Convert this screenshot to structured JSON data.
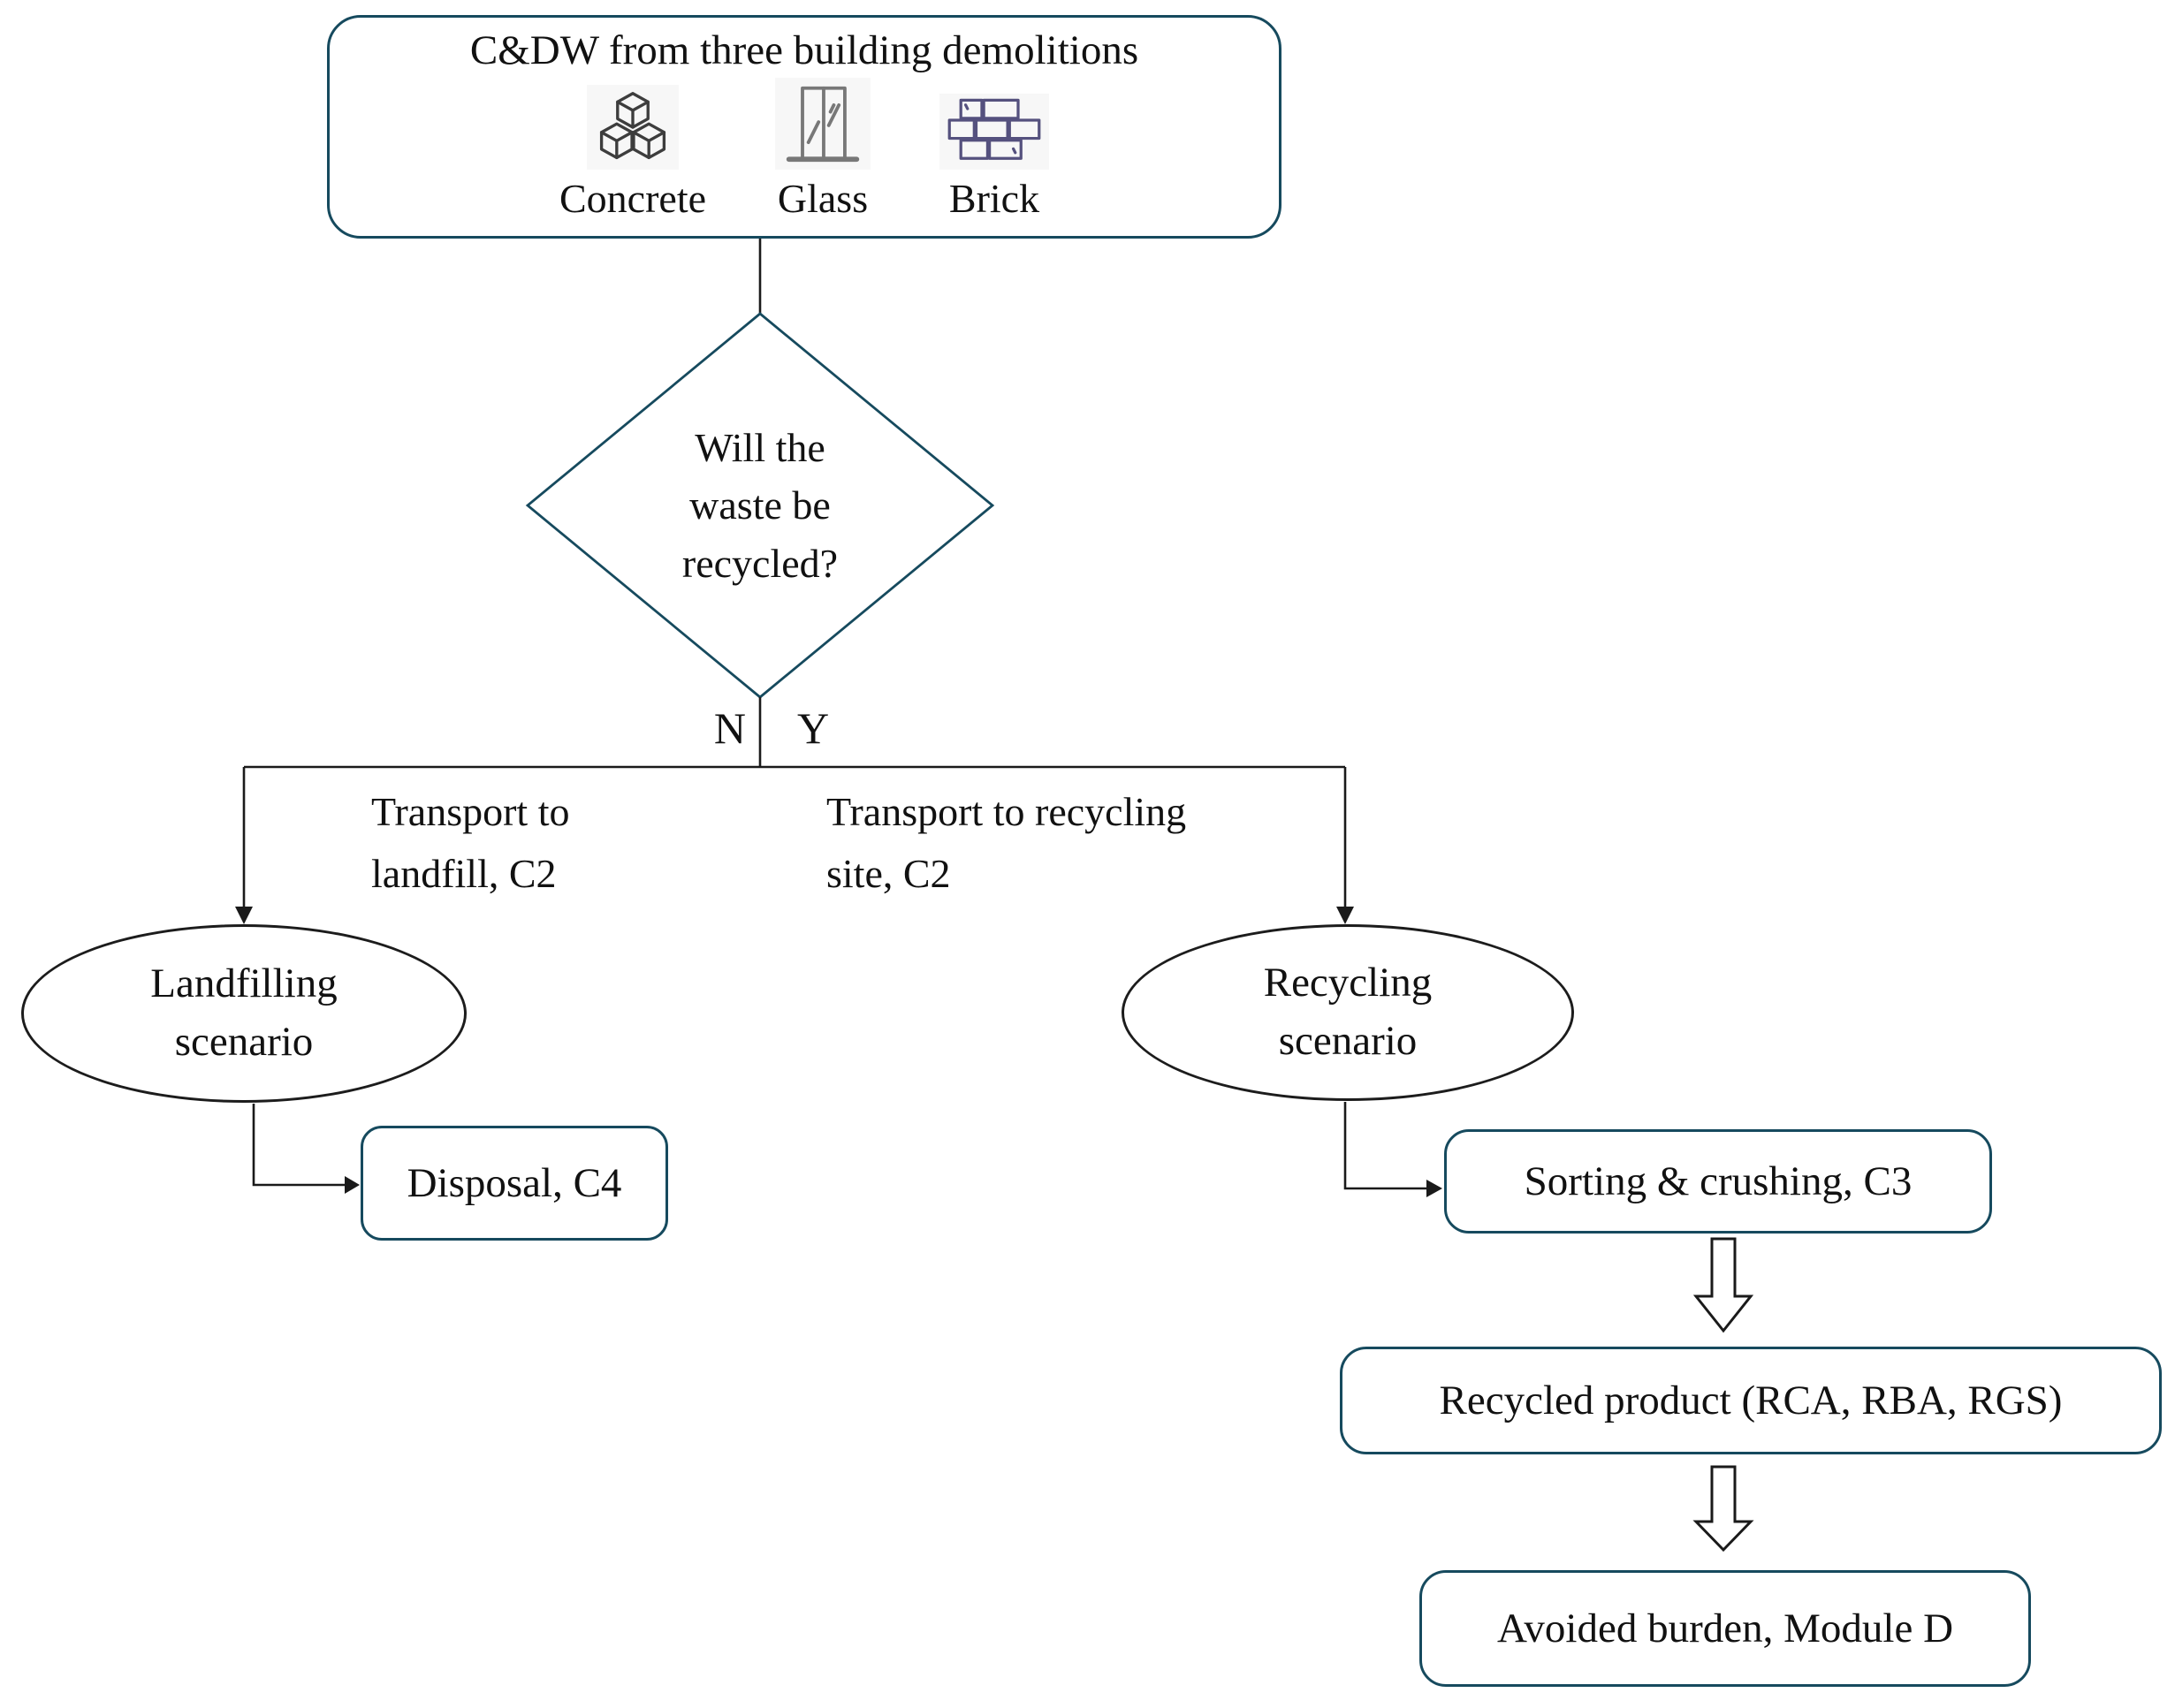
{
  "colors": {
    "accent": "#164a5e",
    "line": "#1a1a1a",
    "concrete_icon": "#3d3d3d",
    "glass_icon": "#787878",
    "brick_icon": "#55517e",
    "background": "#ffffff"
  },
  "flowchart": {
    "source": {
      "title": "C&DW from three building demolitions",
      "materials": [
        {
          "label": "Concrete",
          "icon": "concrete-cubes-icon"
        },
        {
          "label": "Glass",
          "icon": "glass-window-icon"
        },
        {
          "label": "Brick",
          "icon": "brick-wall-icon"
        }
      ]
    },
    "decision": {
      "text": "Will the\nwaste be\nrecycled?",
      "no_label": "N",
      "yes_label": "Y"
    },
    "no_branch": {
      "edge_label": "Transport to\nlandfill, C2",
      "scenario": "Landfilling\nscenario",
      "step": "Disposal, C4"
    },
    "yes_branch": {
      "edge_label": "Transport to recycling\nsite, C2",
      "scenario": "Recycling\nscenario",
      "steps": [
        "Sorting & crushing, C3",
        "Recycled product (RCA, RBA, RGS)",
        "Avoided burden, Module D"
      ]
    }
  }
}
